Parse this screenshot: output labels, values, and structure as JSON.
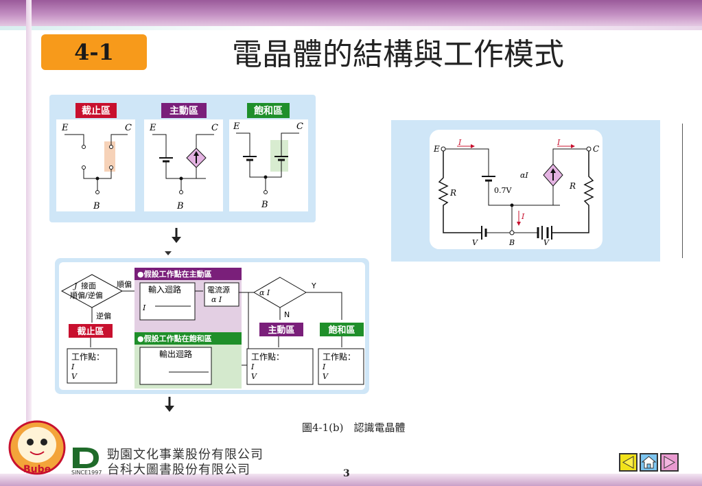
{
  "header": {
    "section_number": "4-1",
    "title": "電晶體的結構與工作模式"
  },
  "modes_panel": {
    "cutoff_label": "截止區",
    "active_label": "主動區",
    "saturation_label": "飽和區",
    "terminal_e": "E",
    "terminal_c": "C",
    "terminal_b": "B"
  },
  "flowchart": {
    "decision_line1": "接面",
    "decision_line2": "順偏/逆偏",
    "decision_je": "J",
    "forward_label": "順偏",
    "reverse_label": "逆偏",
    "assume_active": "●假設工作點在主動區",
    "assume_saturation": "●假設工作點在飽和區",
    "input_loop": "輸入迴路",
    "input_formula": "I",
    "current_source": "電流源",
    "current_source_expr": "α I",
    "output_loop": "輸出迴路",
    "compare_expr": "α I",
    "yes_label": "Y",
    "no_label": "N",
    "cutoff_label": "截止區",
    "active_label": "主動區",
    "saturation_label": "飽和區",
    "op_point": "工作點：",
    "cutoff_ic": "I",
    "cutoff_vbc": "V",
    "active_ic": "I",
    "active_vbc": "V",
    "sat_ic": "I",
    "sat_vbc": "V"
  },
  "circuit": {
    "e_label": "E",
    "c_label": "C",
    "b_label": "B",
    "ie_label": "I",
    "ic_label": "I",
    "ib_label": "I",
    "re_label": "R",
    "rc_label": "R",
    "vbe_label": "0.7V",
    "alpha_label": "αI",
    "vee_label": "V",
    "vcc_label": "V"
  },
  "figure_caption": "圖4-1(b)　認識電晶體",
  "footer": {
    "company_line1": "勁園文化事業股份有限公司",
    "company_line2": "台科大圖書股份有限公司",
    "since": "SINCE1997",
    "page_number": "3",
    "mascot_text": "Bube"
  },
  "colors": {
    "cutoff": "#c8102e",
    "active": "#7a1f7a",
    "saturation": "#1f8f2a",
    "badge": "#f79a1b",
    "panel": "#cfe6f7"
  }
}
